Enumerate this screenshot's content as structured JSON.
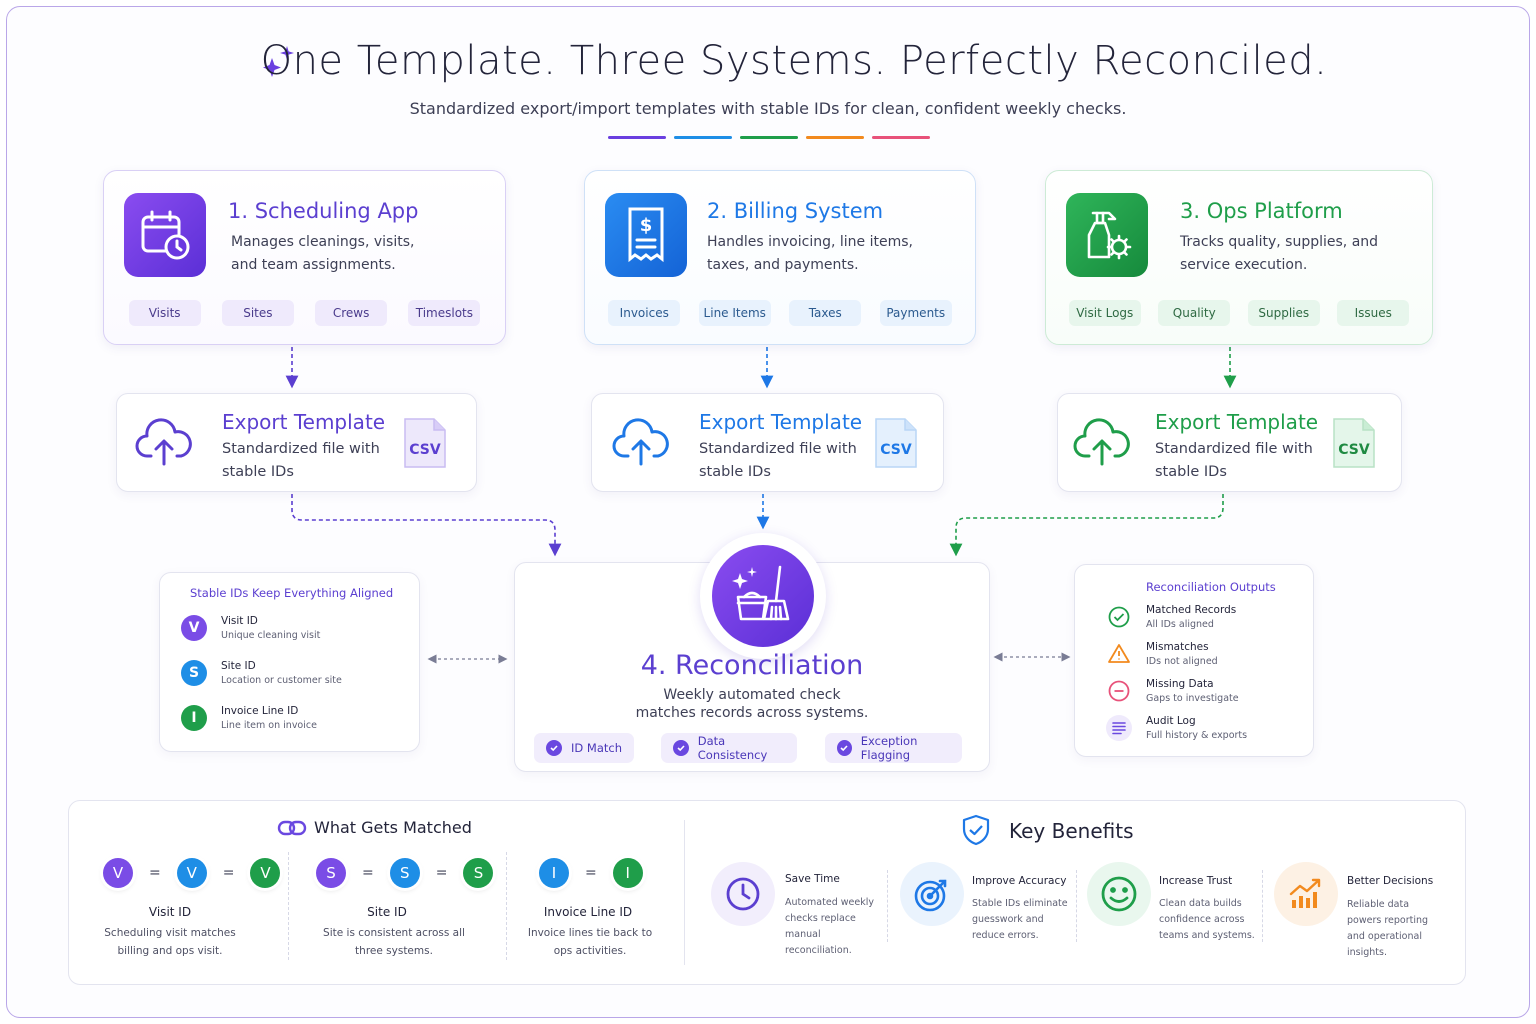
{
  "header": {
    "title": "One Template. Three Systems. Perfectly Reconciled.",
    "subtitle": "Standardized export/import templates with stable IDs for clean, confident weekly checks."
  },
  "colors": {
    "purple": "#6a3fe0",
    "blue": "#1e78e6",
    "teal": "#18a7b5",
    "green": "#1f9e4a",
    "orange": "#f28a1e",
    "pink": "#e8527a"
  },
  "systems": [
    {
      "title": "1. Scheduling App",
      "desc": "Manages cleanings, visits, and team assignments.",
      "icon": "calendar-clock-icon",
      "chips": [
        "Visits",
        "Sites",
        "Crews",
        "Timeslots"
      ]
    },
    {
      "title": "2. Billing System",
      "desc": "Handles invoicing, line items, taxes, and payments.",
      "icon": "invoice-dollar-icon",
      "chips": [
        "Invoices",
        "Line Items",
        "Taxes",
        "Payments"
      ]
    },
    {
      "title": "3. Ops Platform",
      "desc": "Tracks quality, supplies, and service execution.",
      "icon": "spray-bottle-gear-icon",
      "chips": [
        "Visit Logs",
        "Quality",
        "Supplies",
        "Issues"
      ]
    }
  ],
  "exports": [
    {
      "title": "Export Template",
      "desc": "Standardized file with stable IDs",
      "file": "CSV"
    },
    {
      "title": "Export Template",
      "desc": "Standardized file with stable IDs",
      "file": "CSV"
    },
    {
      "title": "Export Template",
      "desc": "Standardized file with stable IDs",
      "file": "CSV"
    }
  ],
  "stable_ids": {
    "title": "Stable IDs Keep Everything Aligned",
    "items": [
      {
        "letter": "V",
        "name": "Visit ID",
        "desc": "Unique cleaning visit"
      },
      {
        "letter": "S",
        "name": "Site ID",
        "desc": "Location or customer site"
      },
      {
        "letter": "I",
        "name": "Invoice Line ID",
        "desc": "Line item on invoice"
      }
    ]
  },
  "reconciliation": {
    "title": "4. Reconciliation",
    "desc": "Weekly automated check matches records across systems.",
    "chips": [
      "ID Match",
      "Data Consistency",
      "Exception Flagging"
    ]
  },
  "outputs": {
    "title": "Reconciliation Outputs",
    "items": [
      {
        "name": "Matched Records",
        "desc": "All IDs aligned",
        "icon": "check-circle-icon"
      },
      {
        "name": "Mismatches",
        "desc": "IDs not aligned",
        "icon": "warning-triangle-icon"
      },
      {
        "name": "Missing Data",
        "desc": "Gaps to investigate",
        "icon": "minus-circle-icon"
      },
      {
        "name": "Audit Log",
        "desc": "Full history & exports",
        "icon": "list-lines-icon"
      }
    ]
  },
  "matched": {
    "title": "What Gets Matched",
    "groups": [
      {
        "letter": "V",
        "name": "Visit ID",
        "desc": "Scheduling visit matches billing and ops visit."
      },
      {
        "letter": "S",
        "name": "Site ID",
        "desc": "Site is consistent across all three systems."
      },
      {
        "letter": "I",
        "name": "Invoice Line ID",
        "desc": "Invoice lines tie back to ops activities."
      }
    ]
  },
  "benefits": {
    "title": "Key Benefits",
    "items": [
      {
        "name": "Save Time",
        "desc": "Automated weekly checks replace manual reconciliation.",
        "icon": "clock-icon"
      },
      {
        "name": "Improve Accuracy",
        "desc": "Stable IDs eliminate guesswork and reduce errors.",
        "icon": "target-icon"
      },
      {
        "name": "Increase Trust",
        "desc": "Clean data builds confidence across teams and systems.",
        "icon": "smile-icon"
      },
      {
        "name": "Better Decisions",
        "desc": "Reliable data powers reporting and operational insights.",
        "icon": "trend-chart-icon"
      }
    ]
  }
}
